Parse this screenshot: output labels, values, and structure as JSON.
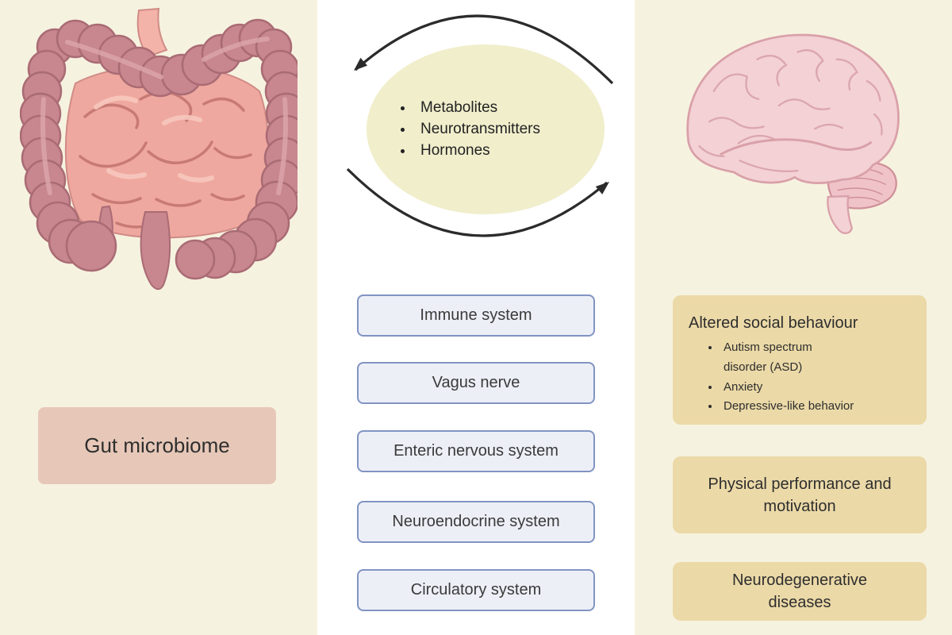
{
  "figure": {
    "description": "Gut-brain axis diagram",
    "palette": {
      "panel_cream": "#f6f2e0",
      "center_white": "#ffffff",
      "ellipse_fill": "#f1eecc",
      "system_box_fill": "#edeff7",
      "system_box_border": "#8194c3",
      "gut_box_fill": "#e7c8b8",
      "outcome_box_fill": "#ebd9a7",
      "arrow_color": "#2b2b2b",
      "intestine_dark_pink": "#c8868e",
      "intestine_light_pink": "#efa89f",
      "brain_pink": "#f3d1d5"
    }
  },
  "left_panel": {
    "illustration": "intestine-illustration",
    "label": "Gut microbiome"
  },
  "center_panel": {
    "ellipse_items": [
      "Metabolites",
      "Neurotransmitters",
      "Hormones"
    ],
    "boxes": [
      {
        "label": "Immune system"
      },
      {
        "label": "Vagus nerve"
      },
      {
        "label": "Enteric nervous system"
      },
      {
        "label": "Neuroendocrine system"
      },
      {
        "label": "Circulatory system"
      }
    ]
  },
  "right_panel": {
    "illustration": "brain-illustration",
    "altered_social": {
      "title": "Altered social behaviour",
      "items": [
        "Autism spectrum disorder (ASD)",
        "Anxiety",
        "Depressive-like behavior"
      ]
    },
    "physical": {
      "label": "Physical performance and motivation"
    },
    "neurodegenerative": {
      "label": "Neurodegenerative diseases"
    }
  }
}
